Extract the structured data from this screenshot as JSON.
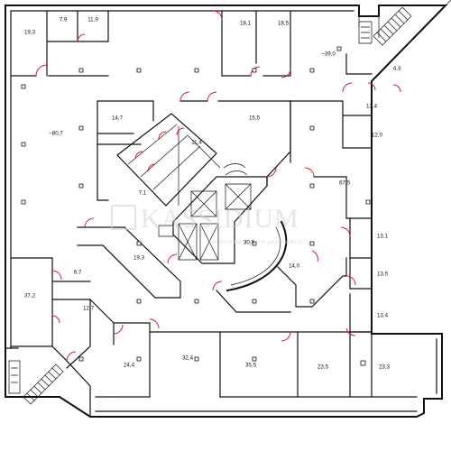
{
  "plan": {
    "rooms": [
      {
        "id": "r-19-3-top",
        "area": "19,3"
      },
      {
        "id": "r-7-9",
        "area": "7,9"
      },
      {
        "id": "r-11-9",
        "area": "11,9"
      },
      {
        "id": "r-18-1",
        "area": "18,1"
      },
      {
        "id": "r-18-5",
        "area": "18,5"
      },
      {
        "id": "r-39-0",
        "area": "~39,0"
      },
      {
        "id": "r-4-3",
        "area": "4,3"
      },
      {
        "id": "r-80-7",
        "area": "~80,7"
      },
      {
        "id": "r-14-7",
        "area": "14,7"
      },
      {
        "id": "r-15-5",
        "area": "15,5"
      },
      {
        "id": "r-11-4",
        "area": "11,4"
      },
      {
        "id": "r-13-4-top",
        "area": "13,4"
      },
      {
        "id": "r-12-0",
        "area": "12,0"
      },
      {
        "id": "r-7-1",
        "area": "7,1"
      },
      {
        "id": "r-67-5",
        "area": "67,5"
      },
      {
        "id": "r-19-3-mid",
        "area": "19,3"
      },
      {
        "id": "r-30-9",
        "area": "30,9"
      },
      {
        "id": "r-13-1",
        "area": "13,1"
      },
      {
        "id": "r-6-7",
        "area": "6,7"
      },
      {
        "id": "r-14-0",
        "area": "14,0"
      },
      {
        "id": "r-13-5",
        "area": "13,5"
      },
      {
        "id": "r-37-2",
        "area": "37,2"
      },
      {
        "id": "r-12-7",
        "area": "12,7"
      },
      {
        "id": "r-13-4-bot",
        "area": "13,4"
      },
      {
        "id": "r-24-4",
        "area": "24,4"
      },
      {
        "id": "r-32-4",
        "area": "32,4"
      },
      {
        "id": "r-35-5",
        "area": "35,5"
      },
      {
        "id": "r-23-5",
        "area": "23,5"
      },
      {
        "id": "r-23-3",
        "area": "23,3"
      }
    ]
  },
  "watermark": {
    "brand": "KASSIDIUM",
    "tagline": "КОММЕРЧЕСКАЯ НЕДВИЖИМОСТЬ"
  }
}
